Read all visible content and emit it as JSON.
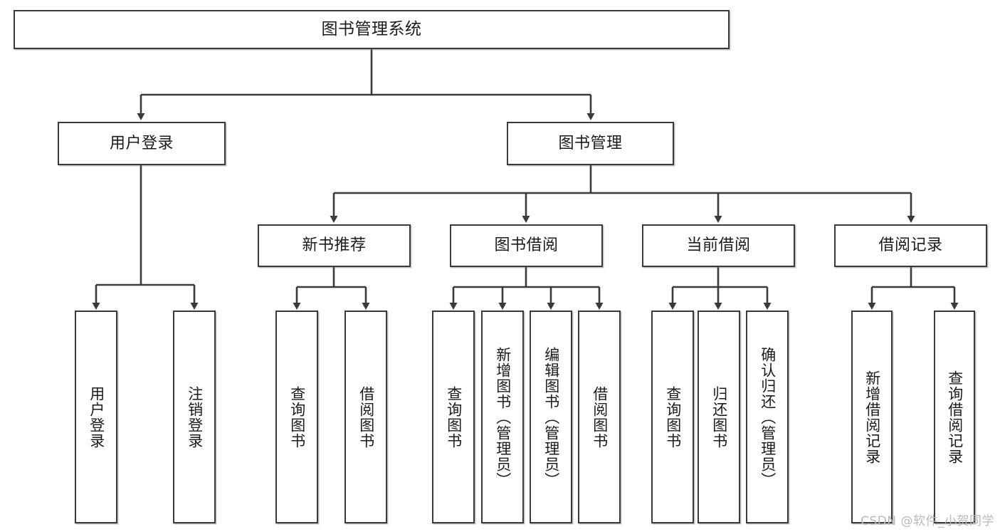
{
  "diagram": {
    "title": "图书管理系统",
    "watermark": "CSDN @软件_小贺同学",
    "line_color": "#3a3a3a",
    "box_border_color": "#3a3a3a",
    "box_fill": "#ffffff",
    "text_color": "#1b1b1b",
    "root": {
      "label": "图书管理系统"
    },
    "level2": [
      {
        "label": "用户登录"
      },
      {
        "label": "图书管理"
      }
    ],
    "level3": [
      {
        "label": "新书推荐"
      },
      {
        "label": "图书借阅"
      },
      {
        "label": "当前借阅"
      },
      {
        "label": "借阅记录"
      }
    ],
    "leaves": {
      "user_login": [
        {
          "label": "用户登录"
        },
        {
          "label": "注销登录"
        }
      ],
      "new_book": [
        {
          "label": "查询图书"
        },
        {
          "label": "借阅图书"
        }
      ],
      "book_borrow": [
        {
          "label": "查询图书"
        },
        {
          "label": "新增图书（管理员）"
        },
        {
          "label": "编辑图书（管理员）"
        },
        {
          "label": "借阅图书"
        }
      ],
      "current_borrow": [
        {
          "label": "查询图书"
        },
        {
          "label": "归还图书"
        },
        {
          "label": "确认归还（管理员）"
        }
      ],
      "borrow_record": [
        {
          "label": "新增借阅记录"
        },
        {
          "label": "查询借阅记录"
        }
      ]
    }
  }
}
